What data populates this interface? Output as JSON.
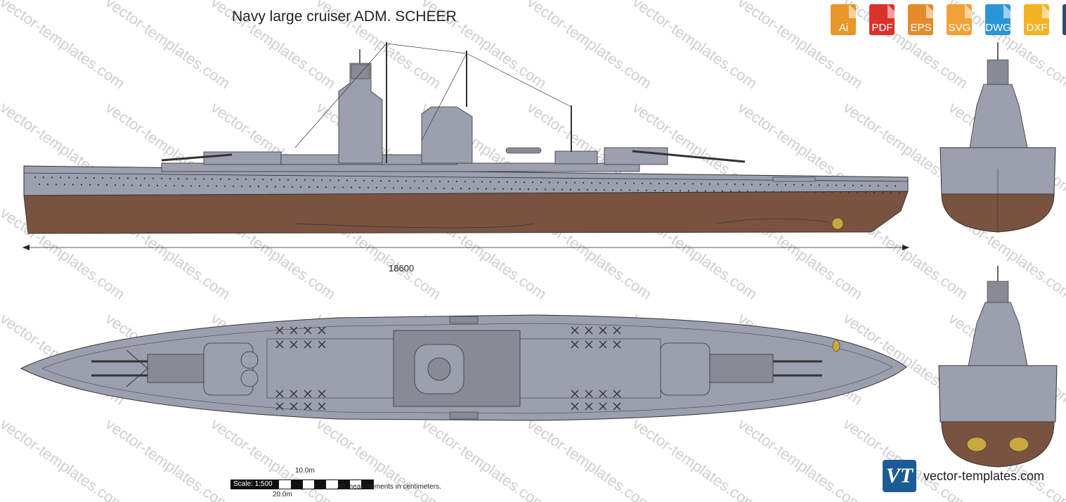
{
  "title": "Navy large cruiser ADM. SCHEER",
  "watermark": "vector-templates.com",
  "formats": [
    {
      "label": "Ai",
      "color": "#e9962a"
    },
    {
      "label": "PDF",
      "color": "#d9322a"
    },
    {
      "label": "EPS",
      "color": "#e58b2c"
    },
    {
      "label": "SVG",
      "color": "#f0a238"
    },
    {
      "label": "DWG",
      "color": "#2c95d8"
    },
    {
      "label": "DXF",
      "color": "#f2b323"
    }
  ],
  "extra_icon": "file-stack-icon",
  "dimension": {
    "length": "18600"
  },
  "scale": {
    "label": "Scale: 1:500",
    "top": "10.0m",
    "bottom": "20.0m",
    "note": "All measurements in centimeters."
  },
  "brand": {
    "logo": "VT",
    "name": "vector-templates.com"
  },
  "colors": {
    "hull": "#7a5340",
    "deck": "#9c9fae",
    "deck_top": "#888a95",
    "line": "#333"
  }
}
